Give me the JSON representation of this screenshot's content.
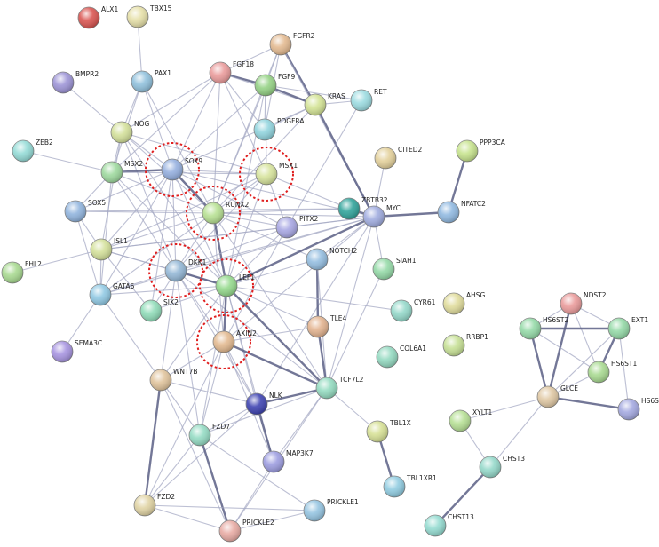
{
  "nodes": [
    {
      "id": "ALX1",
      "color": "#d9534f"
    },
    {
      "id": "TBX15",
      "color": "#e6e0a8"
    },
    {
      "id": "BMPR2",
      "color": "#9c93d6"
    },
    {
      "id": "PAX1",
      "color": "#8fc0dc"
    },
    {
      "id": "FGFR2",
      "color": "#e3b98f"
    },
    {
      "id": "FGF18",
      "color": "#ea9a9a"
    },
    {
      "id": "FGF9",
      "color": "#93d183"
    },
    {
      "id": "RET",
      "color": "#9adbe0"
    },
    {
      "id": "KRAS",
      "color": "#d3e394"
    },
    {
      "id": "PDGFRA",
      "color": "#8fd3dd"
    },
    {
      "id": "NOG",
      "color": "#d3e099"
    },
    {
      "id": "ZEB2",
      "color": "#93dbd6"
    },
    {
      "id": "MSX2",
      "color": "#9dd99d"
    },
    {
      "id": "SOX9",
      "color": "#93aede"
    },
    {
      "id": "MSX1",
      "color": "#d6e39b"
    },
    {
      "id": "CITED2",
      "color": "#e3d09a"
    },
    {
      "id": "PPP3CA",
      "color": "#c6e38c"
    },
    {
      "id": "SOX5",
      "color": "#8fb3dd"
    },
    {
      "id": "RUNX2",
      "color": "#b6e091"
    },
    {
      "id": "ZBTB32",
      "color": "#2fa39a"
    },
    {
      "id": "MYC",
      "color": "#9fabdf"
    },
    {
      "id": "NFATC2",
      "color": "#8fb8e0"
    },
    {
      "id": "PITX2",
      "color": "#a7a6e3"
    },
    {
      "id": "ISL1",
      "color": "#d3e099"
    },
    {
      "id": "FHL2",
      "color": "#a7d98f"
    },
    {
      "id": "NOTCH2",
      "color": "#93bde0"
    },
    {
      "id": "DKK1",
      "color": "#93b7d6"
    },
    {
      "id": "SIAH1",
      "color": "#93d9a6"
    },
    {
      "id": "LEF1",
      "color": "#93d98b"
    },
    {
      "id": "GATA6",
      "color": "#8fc8e3"
    },
    {
      "id": "SIX2",
      "color": "#8fdcb8"
    },
    {
      "id": "CYR61",
      "color": "#93d8c9"
    },
    {
      "id": "AHSG",
      "color": "#e0dc9b"
    },
    {
      "id": "NDST2",
      "color": "#ea9a9a"
    },
    {
      "id": "HS6ST2",
      "color": "#93d9a6"
    },
    {
      "id": "EXT1",
      "color": "#93d9a6"
    },
    {
      "id": "SEMA3C",
      "color": "#a693e0"
    },
    {
      "id": "AXIN2",
      "color": "#e3b98f"
    },
    {
      "id": "TLE4",
      "color": "#e3b38f"
    },
    {
      "id": "RRBP1",
      "color": "#c6e094"
    },
    {
      "id": "COL6A1",
      "color": "#93d9c0"
    },
    {
      "id": "HS6ST1",
      "color": "#a7d98f"
    },
    {
      "id": "WNT7B",
      "color": "#e0c39b"
    },
    {
      "id": "TCF7L2",
      "color": "#93dbc0"
    },
    {
      "id": "GLCE",
      "color": "#e0c8a3"
    },
    {
      "id": "NLK",
      "color": "#3b40b0"
    },
    {
      "id": "HS6S",
      "color": "#a3a8e0"
    },
    {
      "id": "XYLT1",
      "color": "#b6e094"
    },
    {
      "id": "FZD7",
      "color": "#93dbc3"
    },
    {
      "id": "TBL1X",
      "color": "#d6e094"
    },
    {
      "id": "CHST3",
      "color": "#93d8c9"
    },
    {
      "id": "MAP3K7",
      "color": "#9c9ce0"
    },
    {
      "id": "TBL1XR1",
      "color": "#8fcbe0"
    },
    {
      "id": "FZD2",
      "color": "#e0d3a3"
    },
    {
      "id": "PRICKLE1",
      "color": "#93c3e0"
    },
    {
      "id": "CHST13",
      "color": "#93dbd0"
    },
    {
      "id": "PRICKLE2",
      "color": "#e8aaa3"
    }
  ],
  "edges": [
    [
      "TBX15",
      "PAX1"
    ],
    [
      "BMPR2",
      "NOG"
    ],
    [
      "PAX1",
      "NOG"
    ],
    [
      "PAX1",
      "MSX2"
    ],
    [
      "PAX1",
      "SOX9"
    ],
    [
      "PAX1",
      "RUNX2"
    ],
    [
      "FGFR2",
      "FGF18"
    ],
    [
      "FGFR2",
      "FGF9"
    ],
    [
      "FGFR2",
      "KRAS"
    ],
    [
      "FGFR2",
      "PDGFRA"
    ],
    [
      "FGFR2",
      "RUNX2"
    ],
    [
      "FGFR2",
      "MYC"
    ],
    [
      "FGF18",
      "FGF9"
    ],
    [
      "FGF18",
      "KRAS"
    ],
    [
      "FGF18",
      "PDGFRA"
    ],
    [
      "FGF18",
      "SOX9"
    ],
    [
      "FGF18",
      "RUNX2"
    ],
    [
      "FGF18",
      "MSX2"
    ],
    [
      "FGF18",
      "NOG"
    ],
    [
      "FGF18",
      "MSX1"
    ],
    [
      "FGF9",
      "KRAS"
    ],
    [
      "FGF9",
      "PDGFRA"
    ],
    [
      "FGF9",
      "RET"
    ],
    [
      "FGF9",
      "SOX9"
    ],
    [
      "FGF9",
      "RUNX2"
    ],
    [
      "FGF9",
      "LEF1"
    ],
    [
      "FGF9",
      "MSX1"
    ],
    [
      "KRAS",
      "RET"
    ],
    [
      "KRAS",
      "PDGFRA"
    ],
    [
      "KRAS",
      "MYC"
    ],
    [
      "KRAS",
      "RUNX2"
    ],
    [
      "KRAS",
      "SOX9"
    ],
    [
      "RET",
      "PITX2"
    ],
    [
      "NOG",
      "MSX2"
    ],
    [
      "NOG",
      "SOX9"
    ],
    [
      "NOG",
      "RUNX2"
    ],
    [
      "NOG",
      "MSX1"
    ],
    [
      "NOG",
      "DKK1"
    ],
    [
      "NOG",
      "ISL1"
    ],
    [
      "NOG",
      "LEF1"
    ],
    [
      "ZEB2",
      "MSX2"
    ],
    [
      "MSX2",
      "SOX9"
    ],
    [
      "MSX2",
      "RUNX2"
    ],
    [
      "MSX2",
      "MSX1"
    ],
    [
      "MSX2",
      "DKK1"
    ],
    [
      "MSX2",
      "SOX5"
    ],
    [
      "MSX2",
      "LEF1"
    ],
    [
      "MSX2",
      "GATA6"
    ],
    [
      "SOX9",
      "RUNX2"
    ],
    [
      "SOX9",
      "MSX1"
    ],
    [
      "SOX9",
      "SOX5"
    ],
    [
      "SOX9",
      "LEF1"
    ],
    [
      "SOX9",
      "DKK1"
    ],
    [
      "SOX9",
      "MYC"
    ],
    [
      "SOX9",
      "PITX2"
    ],
    [
      "SOX9",
      "ISL1"
    ],
    [
      "SOX9",
      "GATA6"
    ],
    [
      "SOX9",
      "SIX2"
    ],
    [
      "MSX1",
      "RUNX2"
    ],
    [
      "MSX1",
      "PITX2"
    ],
    [
      "MSX1",
      "LEF1"
    ],
    [
      "MSX1",
      "DKK1"
    ],
    [
      "MSX1",
      "ZBTB32"
    ],
    [
      "MSX1",
      "ISL1"
    ],
    [
      "CITED2",
      "MYC"
    ],
    [
      "PPP3CA",
      "NFATC2"
    ],
    [
      "NFATC2",
      "MYC"
    ],
    [
      "SOX5",
      "RUNX2"
    ],
    [
      "SOX5",
      "ZBTB32"
    ],
    [
      "SOX5",
      "ISL1"
    ],
    [
      "SOX5",
      "GATA6"
    ],
    [
      "RUNX2",
      "LEF1"
    ],
    [
      "RUNX2",
      "DKK1"
    ],
    [
      "RUNX2",
      "MYC"
    ],
    [
      "RUNX2",
      "PITX2"
    ],
    [
      "RUNX2",
      "ZBTB32"
    ],
    [
      "RUNX2",
      "ISL1"
    ],
    [
      "RUNX2",
      "AXIN2"
    ],
    [
      "RUNX2",
      "TCF7L2"
    ],
    [
      "RUNX2",
      "NOTCH2"
    ],
    [
      "RUNX2",
      "GATA6"
    ],
    [
      "ZBTB32",
      "MYC"
    ],
    [
      "PITX2",
      "MYC"
    ],
    [
      "PITX2",
      "LEF1"
    ],
    [
      "PITX2",
      "ISL1"
    ],
    [
      "PITX2",
      "DKK1"
    ],
    [
      "PITX2",
      "AXIN2"
    ],
    [
      "MYC",
      "LEF1"
    ],
    [
      "MYC",
      "TCF7L2"
    ],
    [
      "MYC",
      "SIAH1"
    ],
    [
      "MYC",
      "AXIN2"
    ],
    [
      "MYC",
      "NOTCH2"
    ],
    [
      "MYC",
      "DKK1"
    ],
    [
      "MYC",
      "ISL1"
    ],
    [
      "MYC",
      "GATA6"
    ],
    [
      "MYC",
      "NLK"
    ],
    [
      "ISL1",
      "GATA6"
    ],
    [
      "ISL1",
      "DKK1"
    ],
    [
      "ISL1",
      "LEF1"
    ],
    [
      "ISL1",
      "FHL2"
    ],
    [
      "ISL1",
      "SIX2"
    ],
    [
      "NOTCH2",
      "LEF1"
    ],
    [
      "NOTCH2",
      "TLE4"
    ],
    [
      "NOTCH2",
      "TCF7L2"
    ],
    [
      "DKK1",
      "LEF1"
    ],
    [
      "DKK1",
      "AXIN2"
    ],
    [
      "DKK1",
      "GATA6"
    ],
    [
      "DKK1",
      "WNT7B"
    ],
    [
      "DKK1",
      "TCF7L2"
    ],
    [
      "DKK1",
      "FZD7"
    ],
    [
      "DKK1",
      "SIX2"
    ],
    [
      "DKK1",
      "NLK"
    ],
    [
      "SIAH1",
      "TCF7L2"
    ],
    [
      "LEF1",
      "AXIN2"
    ],
    [
      "LEF1",
      "TCF7L2"
    ],
    [
      "LEF1",
      "TLE4"
    ],
    [
      "LEF1",
      "NLK"
    ],
    [
      "LEF1",
      "WNT7B"
    ],
    [
      "LEF1",
      "FZD7"
    ],
    [
      "LEF1",
      "SIX2"
    ],
    [
      "LEF1",
      "GATA6"
    ],
    [
      "LEF1",
      "MAP3K7"
    ],
    [
      "LEF1",
      "CYR61"
    ],
    [
      "GATA6",
      "SEMA3C"
    ],
    [
      "GATA6",
      "WNT7B"
    ],
    [
      "AXIN2",
      "TCF7L2"
    ],
    [
      "AXIN2",
      "NLK"
    ],
    [
      "AXIN2",
      "WNT7B"
    ],
    [
      "AXIN2",
      "FZD7"
    ],
    [
      "AXIN2",
      "TLE4"
    ],
    [
      "AXIN2",
      "MAP3K7"
    ],
    [
      "AXIN2",
      "FZD2"
    ],
    [
      "TLE4",
      "TCF7L2"
    ],
    [
      "WNT7B",
      "FZD7"
    ],
    [
      "WNT7B",
      "FZD2"
    ],
    [
      "WNT7B",
      "PRICKLE2"
    ],
    [
      "WNT7B",
      "NLK"
    ],
    [
      "TCF7L2",
      "NLK"
    ],
    [
      "TCF7L2",
      "TBL1X"
    ],
    [
      "TCF7L2",
      "FZD7"
    ],
    [
      "TCF7L2",
      "MAP3K7"
    ],
    [
      "TCF7L2",
      "PRICKLE2"
    ],
    [
      "NLK",
      "MAP3K7"
    ],
    [
      "NLK",
      "FZD7"
    ],
    [
      "NLK",
      "FZD2"
    ],
    [
      "FZD7",
      "FZD2"
    ],
    [
      "FZD7",
      "PRICKLE1"
    ],
    [
      "FZD7",
      "PRICKLE2"
    ],
    [
      "MAP3K7",
      "PRICKLE2"
    ],
    [
      "FZD2",
      "PRICKLE1"
    ],
    [
      "FZD2",
      "PRICKLE2"
    ],
    [
      "PRICKLE1",
      "PRICKLE2"
    ],
    [
      "TBL1X",
      "TBL1XR1"
    ],
    [
      "NDST2",
      "HS6ST2"
    ],
    [
      "NDST2",
      "EXT1"
    ],
    [
      "NDST2",
      "GLCE"
    ],
    [
      "NDST2",
      "HS6ST1"
    ],
    [
      "HS6ST2",
      "EXT1"
    ],
    [
      "HS6ST2",
      "GLCE"
    ],
    [
      "HS6ST2",
      "HS6ST1"
    ],
    [
      "EXT1",
      "GLCE"
    ],
    [
      "EXT1",
      "HS6ST1"
    ],
    [
      "EXT1",
      "HS6S"
    ],
    [
      "HS6ST1",
      "GLCE"
    ],
    [
      "GLCE",
      "HS6S"
    ],
    [
      "GLCE",
      "CHST3"
    ],
    [
      "GLCE",
      "XYLT1"
    ],
    [
      "XYLT1",
      "CHST3"
    ],
    [
      "CHST3",
      "CHST13"
    ]
  ],
  "highlighted": [
    "SOX9",
    "MSX1",
    "RUNX2",
    "DKK1",
    "LEF1",
    "AXIN2"
  ]
}
